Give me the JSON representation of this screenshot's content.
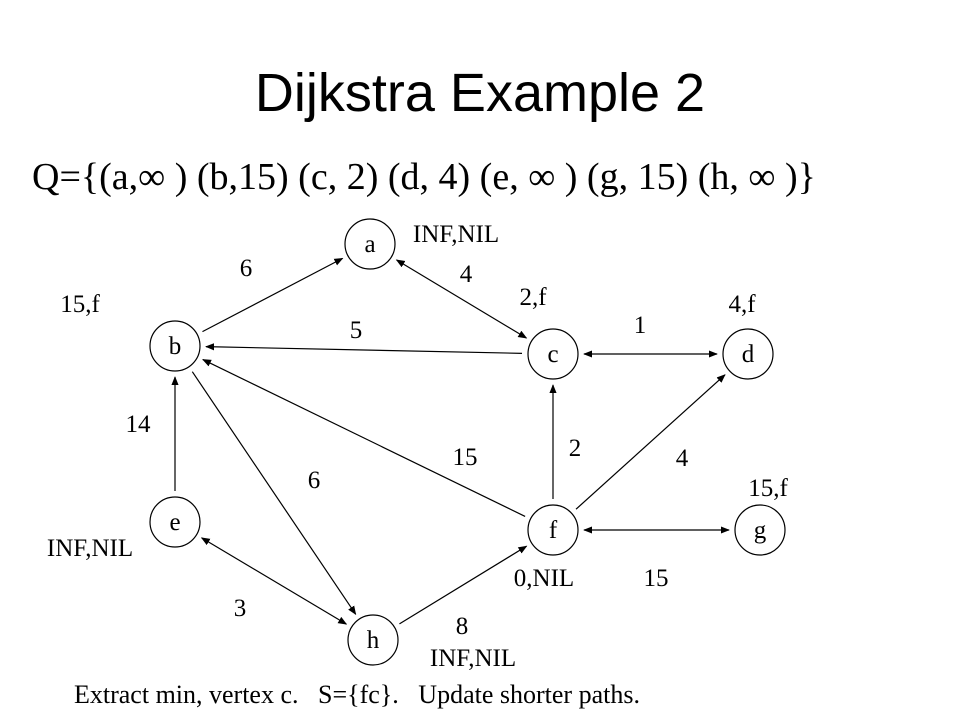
{
  "slide": {
    "title": "Dijkstra Example 2",
    "queue": "Q={(a,∞ ) (b,15) (c, 2) (d, 4) (e, ∞ ) (g, 15) (h, ∞ )}",
    "caption": "Extract min, vertex c.   S={fc}.   Update shorter paths."
  },
  "graph": {
    "nodes": [
      {
        "id": "a",
        "label": "a",
        "annotation": "INF,NIL"
      },
      {
        "id": "b",
        "label": "b",
        "annotation": "15,f"
      },
      {
        "id": "c",
        "label": "c",
        "annotation": "2,f"
      },
      {
        "id": "d",
        "label": "d",
        "annotation": "4,f"
      },
      {
        "id": "e",
        "label": "e",
        "annotation": "INF,NIL"
      },
      {
        "id": "f",
        "label": "f",
        "annotation": "0,NIL"
      },
      {
        "id": "g",
        "label": "g",
        "annotation": "15,f"
      },
      {
        "id": "h",
        "label": "h",
        "annotation": "INF,NIL"
      }
    ],
    "edges": [
      {
        "from": "b",
        "to": "a",
        "weight": "6",
        "direction": "forward"
      },
      {
        "from": "a",
        "to": "c",
        "weight": "4",
        "direction": "both"
      },
      {
        "from": "c",
        "to": "b",
        "weight": "5",
        "direction": "forward"
      },
      {
        "from": "c",
        "to": "d",
        "weight": "1",
        "direction": "both"
      },
      {
        "from": "e",
        "to": "b",
        "weight": "14",
        "direction": "forward"
      },
      {
        "from": "f",
        "to": "b",
        "weight": "15",
        "direction": "forward"
      },
      {
        "from": "f",
        "to": "c",
        "weight": "2",
        "direction": "forward"
      },
      {
        "from": "f",
        "to": "d",
        "weight": "4",
        "direction": "forward"
      },
      {
        "from": "b",
        "to": "h",
        "weight": "6",
        "direction": "forward"
      },
      {
        "from": "f",
        "to": "g",
        "weight": "15",
        "direction": "both"
      },
      {
        "from": "e",
        "to": "h",
        "weight": "3",
        "direction": "both"
      },
      {
        "from": "h",
        "to": "f",
        "weight": "8",
        "direction": "forward"
      }
    ]
  }
}
